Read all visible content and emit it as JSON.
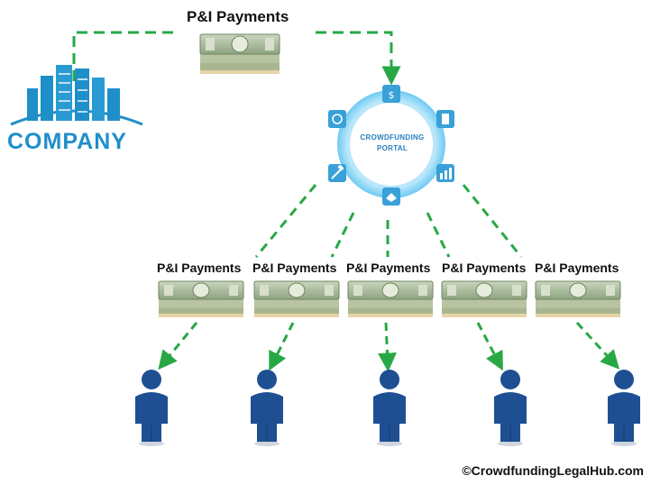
{
  "company": {
    "name": "COMPANY"
  },
  "portal": {
    "line1": "CROWDFUNDING",
    "line2": "PORTAL"
  },
  "payments": {
    "top_label": "P&I Payments",
    "tier_labels": [
      "P&I Payments",
      "P&I Payments",
      "P&I Payments",
      "P&I Payments",
      "P&I Payments"
    ]
  },
  "copyright": "©CrowdfundingLegalHub.com",
  "colors": {
    "arrow_green": "#27a844",
    "company_blue": "#1f8fc9",
    "investor_blue": "#1f4f93",
    "portal_ring": "#7fd3f5",
    "money_green": "#8aa57a"
  },
  "portal_icons": [
    "money-bag-icon",
    "document-icon",
    "bar-chart-icon",
    "handshake-icon",
    "gavel-icon",
    "coin-icon"
  ]
}
